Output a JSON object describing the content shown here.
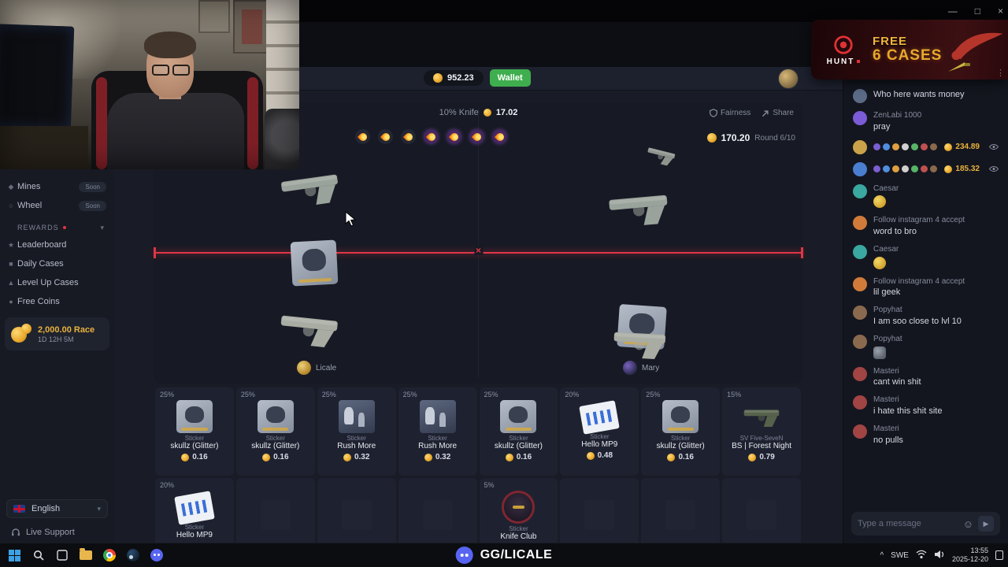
{
  "colors": {
    "accent_green": "#3fae4e",
    "gold": "#e9b23c",
    "battle_red": "#e03546",
    "discord_blue": "#5865f2"
  },
  "browser": {
    "minimize": "—",
    "maximize": "□",
    "close": "×"
  },
  "promo": {
    "brand": "HUNT",
    "free": "FREE",
    "cases": "6 CASES"
  },
  "header": {
    "balance": "952.23",
    "wallet": "Wallet"
  },
  "sidebar": {
    "items": [
      {
        "label": "Mines",
        "badge": "Soon"
      },
      {
        "label": "Wheel",
        "badge": "Soon"
      }
    ],
    "rewards_title": "REWARDS",
    "rewards": [
      {
        "label": "Leaderboard"
      },
      {
        "label": "Daily Cases"
      },
      {
        "label": "Level Up Cases"
      },
      {
        "label": "Free Coins"
      }
    ],
    "race": {
      "title": "2,000.00 Race",
      "timer": "1D 12H 5M"
    },
    "language": "English",
    "support": "Live Support"
  },
  "battle": {
    "mode": "10% Knife",
    "mode_value": "17.02",
    "fairness": "Fairness",
    "share": "Share",
    "pot": "170.20",
    "round": "Round 6/10",
    "players": [
      {
        "name": "Licale"
      },
      {
        "name": "Mary"
      }
    ]
  },
  "grid": {
    "row1": [
      {
        "chance": "25%",
        "category": "Sticker",
        "name": "skullz (Glitter)",
        "price": "0.16"
      },
      {
        "chance": "25%",
        "category": "Sticker",
        "name": "skullz (Glitter)",
        "price": "0.16"
      },
      {
        "chance": "25%",
        "category": "Sticker",
        "name": "Rush More",
        "price": "0.32"
      },
      {
        "chance": "25%",
        "category": "Sticker",
        "name": "Rush More",
        "price": "0.32"
      },
      {
        "chance": "25%",
        "category": "Sticker",
        "name": "skullz (Glitter)",
        "price": "0.16"
      },
      {
        "chance": "20%",
        "category": "Sticker",
        "name": "Hello MP9",
        "price": "0.48"
      },
      {
        "chance": "25%",
        "category": "Sticker",
        "name": "skullz (Glitter)",
        "price": "0.16"
      },
      {
        "chance": "15%",
        "category": "SV Five-SeveN",
        "name": "BS | Forest Night",
        "price": "0.79"
      }
    ],
    "row2": [
      {
        "chance": "20%",
        "category": "Sticker",
        "name": "Hello MP9"
      },
      {
        "chance": "5%",
        "category": "Sticker",
        "name": "Knife Club"
      }
    ]
  },
  "chat": {
    "messages": [
      {
        "name": "",
        "text": "Who here wants money"
      },
      {
        "name": "ZenLabi 1000",
        "text": "pray"
      },
      {
        "amount": "234.89"
      },
      {
        "amount": "185.32"
      },
      {
        "name": "Caesar"
      },
      {
        "name": "Follow instagram 4 accept",
        "text": "word to bro"
      },
      {
        "name": "Caesar"
      },
      {
        "name": "Follow instagram 4 accept",
        "text": "lil geek"
      },
      {
        "name": "Popyhat",
        "text": "I am soo close to lvl 10"
      },
      {
        "name": "Popyhat"
      },
      {
        "name": "Masteri",
        "text": "cant win shit"
      },
      {
        "name": "Masteri",
        "text": "i hate this shit site"
      },
      {
        "name": "Masteri",
        "text": "no pulls"
      }
    ],
    "placeholder": "Type a message"
  },
  "taskbar": {
    "brand": "GG/LICALE",
    "lang": "SWE",
    "time": "13:55",
    "date": "2025-12-20"
  }
}
